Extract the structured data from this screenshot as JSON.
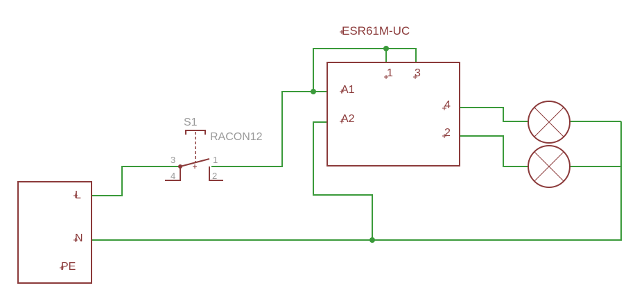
{
  "components": {
    "supply": {
      "pins": {
        "l": "L",
        "n": "N",
        "pe": "PE"
      }
    },
    "relay": {
      "name": "ESR61M-UC",
      "pins": {
        "p1": "1",
        "p3": "3",
        "a1": "A1",
        "a2": "A2",
        "p4": "4",
        "p2": "2"
      }
    },
    "switch": {
      "ref": "S1",
      "value": "RACON12",
      "pins": {
        "p3": "3",
        "p1": "1",
        "p4": "4",
        "p2": "2"
      }
    },
    "lamps": [
      "",
      ""
    ]
  },
  "colors": {
    "wire": "#3a9a3a",
    "component": "#8b3a3a",
    "label_grey": "#9a9a9a"
  }
}
